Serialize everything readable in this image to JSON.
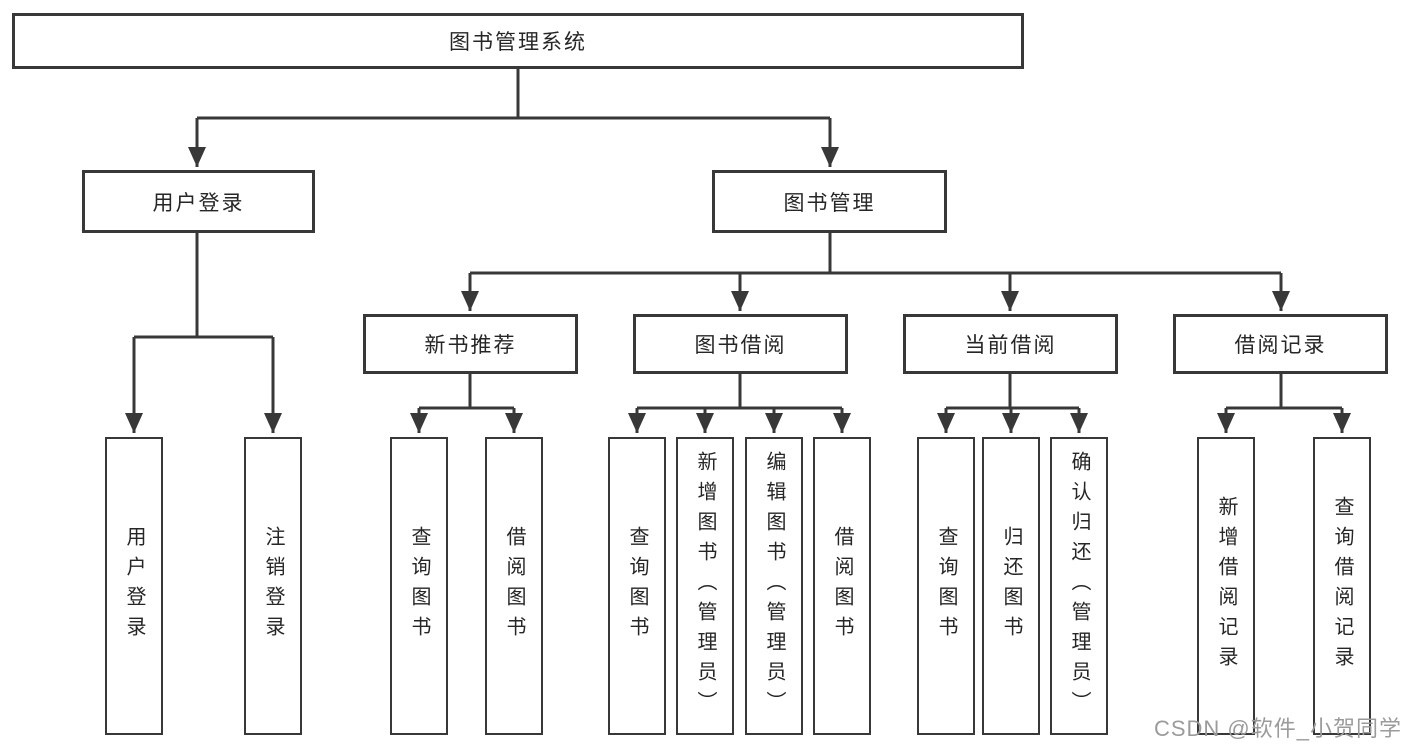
{
  "diagram": {
    "root": {
      "label": "图书管理系统"
    },
    "branches": [
      {
        "label": "用户登录",
        "children": [
          {
            "label": "用户登录"
          },
          {
            "label": "注销登录"
          }
        ]
      },
      {
        "label": "图书管理",
        "children": [
          {
            "label": "新书推荐",
            "children": [
              {
                "label": "查询图书"
              },
              {
                "label": "借阅图书"
              }
            ]
          },
          {
            "label": "图书借阅",
            "children": [
              {
                "label": "查询图书"
              },
              {
                "label": "新增图书（管理员）"
              },
              {
                "label": "编辑图书（管理员）"
              },
              {
                "label": "借阅图书"
              }
            ]
          },
          {
            "label": "当前借阅",
            "children": [
              {
                "label": "查询图书"
              },
              {
                "label": "归还图书"
              },
              {
                "label": "确认归还（管理员）"
              }
            ]
          },
          {
            "label": "借阅记录",
            "children": [
              {
                "label": "新增借阅记录"
              },
              {
                "label": "查询借阅记录"
              }
            ]
          }
        ]
      }
    ]
  },
  "watermark": {
    "text": "CSDN @软件_小贺同学"
  },
  "colors": {
    "line": "#383838",
    "text": "#262626",
    "box_background": "#ffffff",
    "watermark": "#9b9b9b"
  }
}
